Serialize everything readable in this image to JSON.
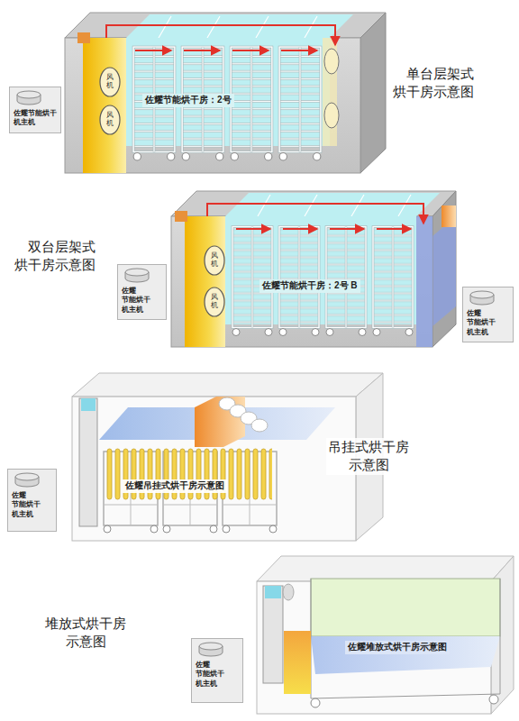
{
  "diagram": {
    "nodes": [
      {
        "text": [
          "佐耀节能烘干房：2号"
        ]
      },
      {
        "text": [
          "风机"
        ],
        "in": 0
      },
      {
        "text": [
          "风机"
        ],
        "in": 0
      },
      {
        "text": [
          "佐耀节能烘干 机主机"
        ]
      },
      {
        "text": [
          "佐耀节能烘干房：2号 B"
        ]
      },
      {
        "text": [
          "风机"
        ],
        "in": 4
      },
      {
        "text": [
          "风机"
        ],
        "in": 4
      },
      {
        "text": [
          "佐耀 节能烘干 机主机"
        ]
      },
      {
        "text": [
          "佐耀 节能烘干 机主机"
        ]
      },
      {
        "text": [
          "佐耀吊挂式烘干房示意图"
        ]
      },
      {
        "text": [
          "佐耀 节能烘干 机主机"
        ]
      },
      {
        "text": [
          "佐耀堆放式烘干房示意图"
        ]
      },
      {
        "text": [
          "佐耀 节能烘干 机主机"
        ]
      }
    ],
    "labels": [
      "单台层架式 烘干房示意图",
      "双台层架式 烘干房示意图",
      "吊挂式烘干房 示意图",
      "堆放式烘干房 示意图"
    ]
  }
}
